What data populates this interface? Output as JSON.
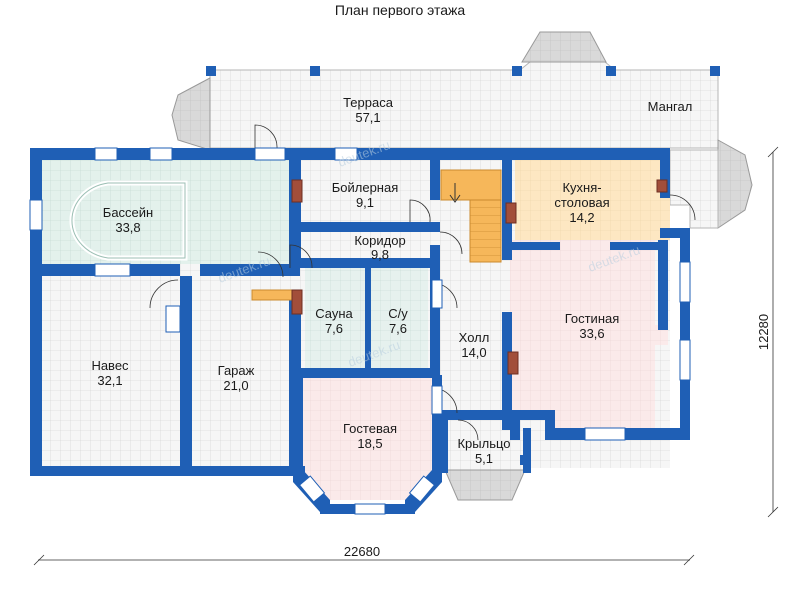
{
  "title": "План первого этажа",
  "rooms": {
    "terrace": {
      "name": "Терраса",
      "area": "57,1"
    },
    "grill": {
      "name": "Мангал"
    },
    "pool": {
      "name": "Бассейн",
      "area": "33,8"
    },
    "boiler": {
      "name": "Бойлерная",
      "area": "9,1"
    },
    "kitchen": {
      "name_line1": "Кухня-",
      "name_line2": "столовая",
      "area": "14,2"
    },
    "corridor": {
      "name": "Коридор",
      "area": "9,8"
    },
    "sauna": {
      "name": "Сауна",
      "area": "7,6"
    },
    "wc": {
      "name": "С/у",
      "area": "7,6"
    },
    "hall": {
      "name": "Холл",
      "area": "14,0"
    },
    "living": {
      "name": "Гостиная",
      "area": "33,6"
    },
    "canopy": {
      "name": "Навес",
      "area": "32,1"
    },
    "garage": {
      "name": "Гараж",
      "area": "21,0"
    },
    "guest": {
      "name": "Гостевая",
      "area": "18,5"
    },
    "porch": {
      "name": "Крыльцо",
      "area": "5,1"
    }
  },
  "dimensions": {
    "width": "22680",
    "height": "12280"
  },
  "watermark": "deutek.ru",
  "colors": {
    "wall": "#1f5fb5",
    "tile": "#f6f6f6",
    "grid": "#c9c9c9",
    "pool_floor": "#e3f1ec",
    "kitchen_floor": "#fde7c2",
    "living_floor": "#fbeaea",
    "stairs": "#f6b75a",
    "chimney": "#a24e3a"
  }
}
